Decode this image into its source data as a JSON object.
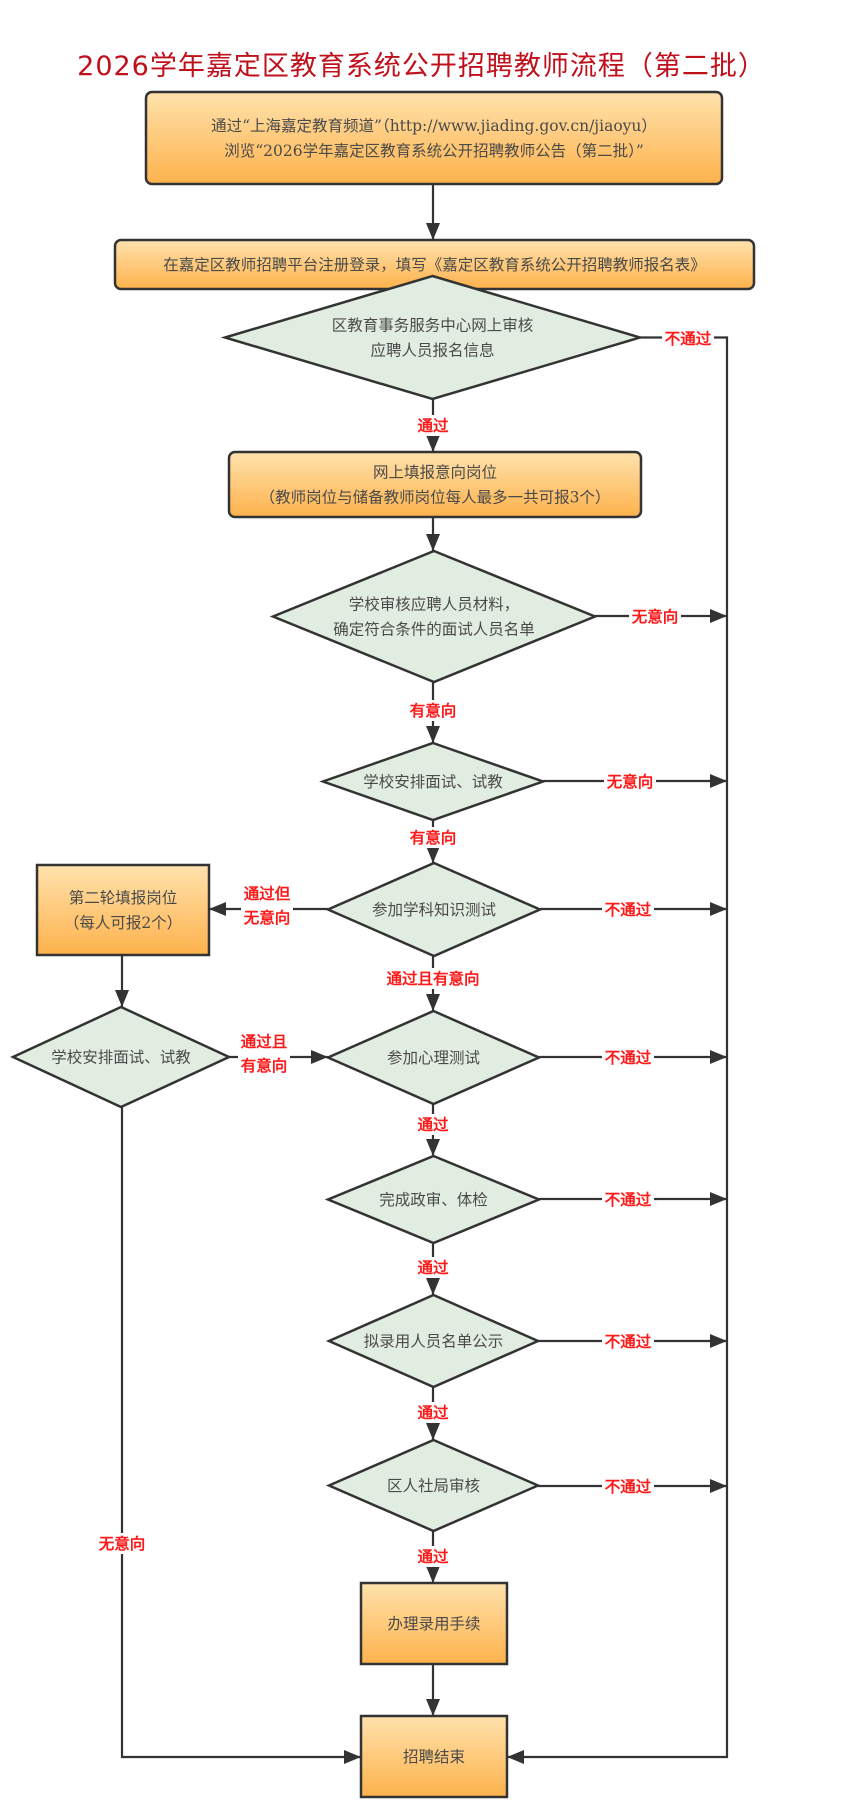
{
  "title": "2026学年嘉定区教育系统公开招聘教师流程（第二批）",
  "colors": {
    "title": "#c0101c",
    "label": "#ff1a1a",
    "box_top": "#ffe2ad",
    "box_bottom": "#fdb24c",
    "diamond_fill": "#e2ede1",
    "line": "#333333"
  },
  "nodes": {
    "browse": {
      "lines": [
        "通过“上海嘉定教育频道”（http://www.jiading.gov.cn/jiaoyu）",
        "浏览“2026学年嘉定区教育系统公开招聘教师公告（第二批）”"
      ]
    },
    "register": {
      "lines": [
        "在嘉定区教师招聘平台注册登录，填写《嘉定区教育系统公开招聘教师报名表》"
      ]
    },
    "online_review": {
      "lines": [
        "区教育事务服务中心网上审核",
        "应聘人员报名信息"
      ]
    },
    "fill_positions": {
      "lines": [
        "网上填报意向岗位",
        "（教师岗位与储备教师岗位每人最多一共可报3个）"
      ]
    },
    "school_review": {
      "lines": [
        "学校审核应聘人员材料，",
        "确定符合条件的面试人员名单"
      ]
    },
    "interview": {
      "lines": [
        "学校安排面试、试教"
      ]
    },
    "subject_test": {
      "lines": [
        "参加学科知识测试"
      ]
    },
    "second_round": {
      "lines": [
        "第二轮填报岗位",
        "（每人可报2个）"
      ]
    },
    "interview2": {
      "lines": [
        "学校安排面试、试教"
      ]
    },
    "psych_test": {
      "lines": [
        "参加心理测试"
      ]
    },
    "background": {
      "lines": [
        "完成政审、体检"
      ]
    },
    "publicity": {
      "lines": [
        "拟录用人员名单公示"
      ]
    },
    "hr_review": {
      "lines": [
        "区人社局审核"
      ]
    },
    "onboarding": {
      "lines": [
        "办理录用手续"
      ]
    },
    "end": {
      "lines": [
        "招聘结束"
      ]
    }
  },
  "edge_labels": {
    "online_review_fail": "不通过",
    "online_review_pass": "通过",
    "school_review_no": "无意向",
    "school_review_yes": "有意向",
    "interview_no": "无意向",
    "interview_yes": "有意向",
    "subject_fail": "不通过",
    "subject_pass_no_intent": [
      "通过但",
      "无意向"
    ],
    "subject_pass_intent": "通过且有意向",
    "interview2_pass": [
      "通过且",
      "有意向"
    ],
    "interview2_no": "无意向",
    "psych_fail": "不通过",
    "psych_pass": "通过",
    "background_fail": "不通过",
    "background_pass": "通过",
    "publicity_fail": "不通过",
    "publicity_pass": "通过",
    "hr_fail": "不通过",
    "hr_pass": "通过"
  }
}
